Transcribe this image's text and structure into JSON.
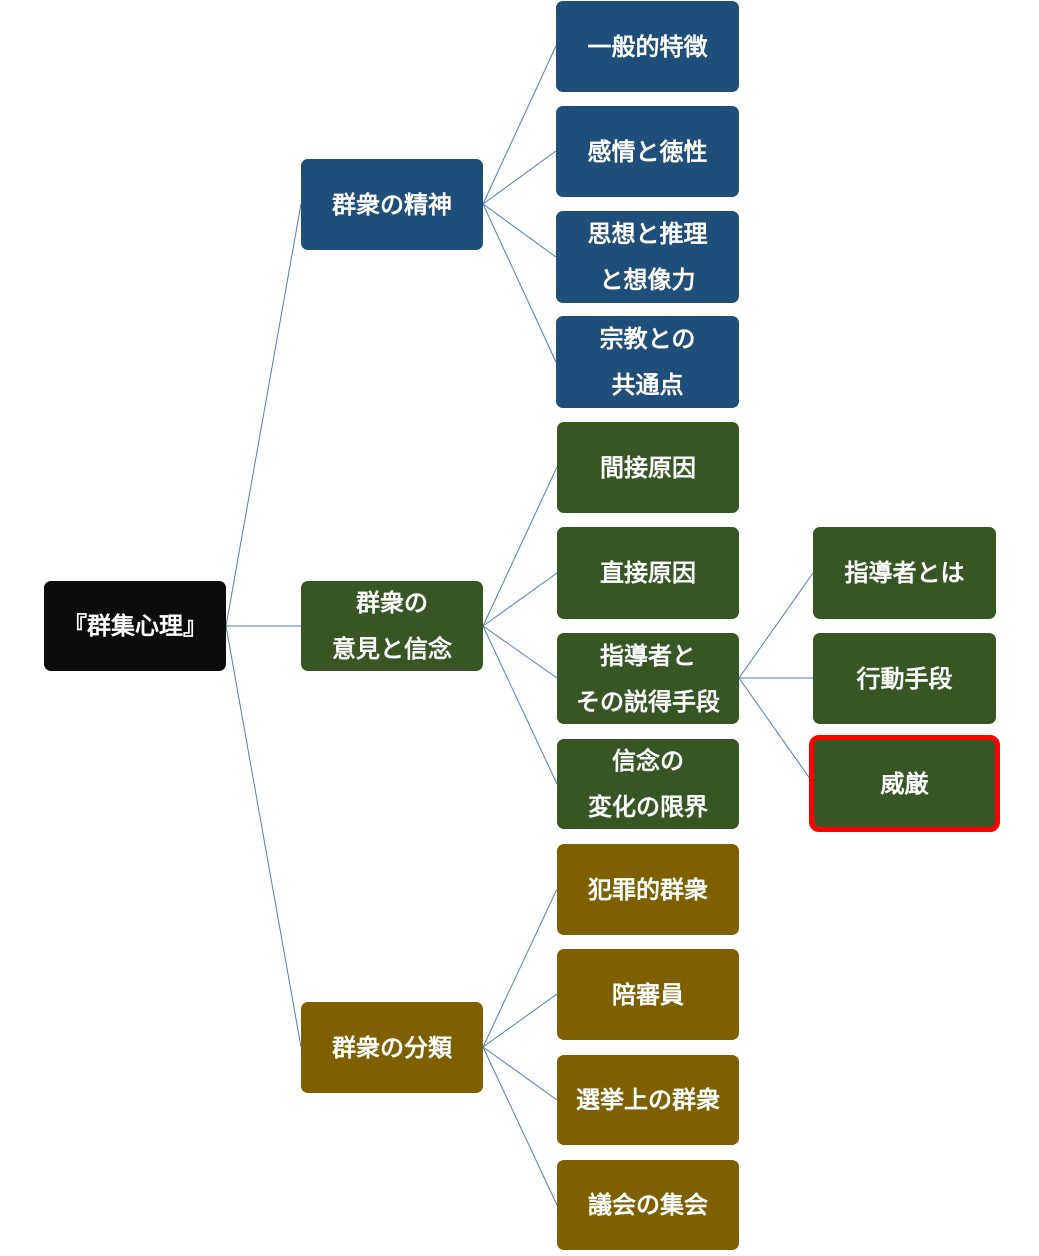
{
  "root": {
    "label": "『群集心理』"
  },
  "branches": [
    {
      "label_lines": [
        "群衆の精神"
      ],
      "color": "#1f4e79",
      "children": [
        {
          "label_lines": [
            "一般的特徴"
          ]
        },
        {
          "label_lines": [
            "感情と徳性"
          ]
        },
        {
          "label_lines": [
            "思想と推理",
            "と想像力"
          ]
        },
        {
          "label_lines": [
            "宗教との",
            "共通点"
          ]
        }
      ]
    },
    {
      "label_lines": [
        "群衆の",
        "意見と信念"
      ],
      "color": "#375623",
      "children": [
        {
          "label_lines": [
            "間接原因"
          ]
        },
        {
          "label_lines": [
            "直接原因"
          ]
        },
        {
          "label_lines": [
            "指導者と",
            "その説得手段"
          ],
          "children": [
            {
              "label_lines": [
                "指導者とは"
              ]
            },
            {
              "label_lines": [
                "行動手段"
              ]
            },
            {
              "label_lines": [
                "威厳"
              ],
              "highlighted": true
            }
          ]
        },
        {
          "label_lines": [
            "信念の",
            "変化の限界"
          ]
        }
      ]
    },
    {
      "label_lines": [
        "群衆の分類"
      ],
      "color": "#7f6000",
      "children": [
        {
          "label_lines": [
            "犯罪的群衆"
          ]
        },
        {
          "label_lines": [
            "陪審員"
          ]
        },
        {
          "label_lines": [
            "選挙上の群衆"
          ]
        },
        {
          "label_lines": [
            "議会の集会"
          ]
        }
      ]
    }
  ],
  "colors": {
    "root": "#0c0c0c",
    "connector": "#4e7db8",
    "highlight_border": "#ff0000"
  }
}
